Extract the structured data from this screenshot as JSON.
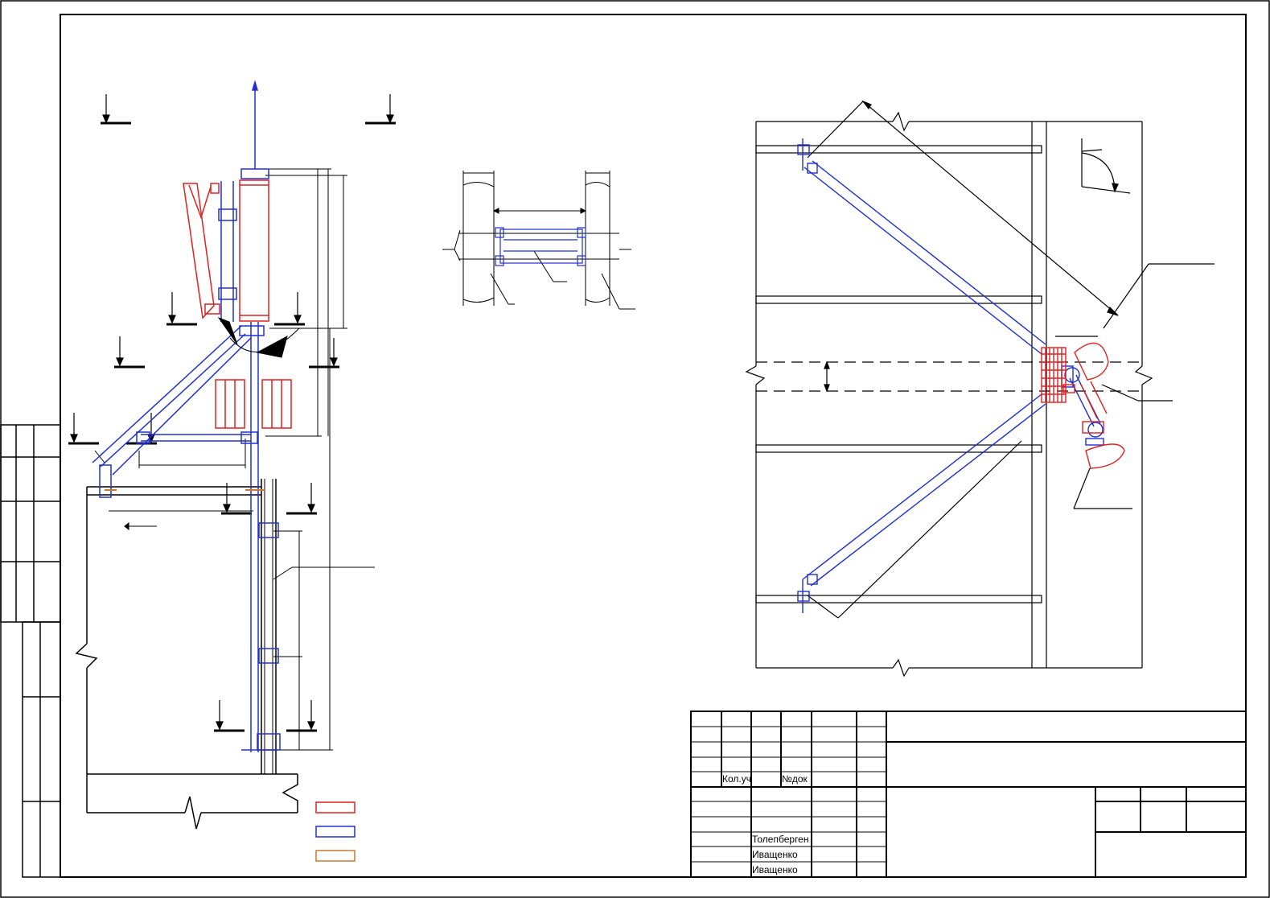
{
  "title_block": {
    "col_qty_label": "Кол.уч",
    "col_docnum_label": "№док",
    "signatures": [
      "Толепберген",
      "Иващенко",
      "Иващенко"
    ]
  },
  "legend": {
    "colors": [
      "#e02020",
      "#2030d0",
      "#c87832"
    ]
  },
  "colors": {
    "frame": "#000000",
    "equipment_red": "#e02020",
    "structure_blue": "#2030d0",
    "cable_orange": "#c87832"
  }
}
